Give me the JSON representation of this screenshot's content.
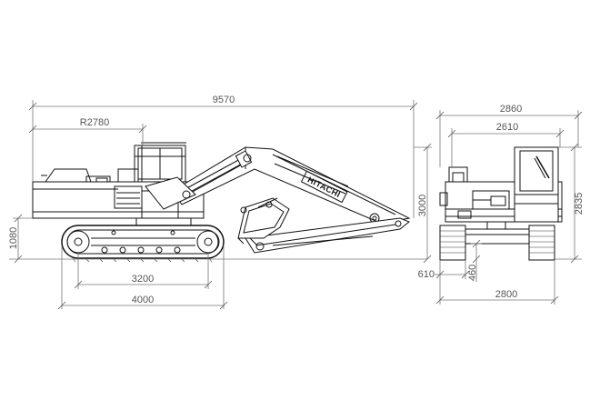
{
  "brand": "HITACHI",
  "dimensions": {
    "overall_length": "9570",
    "tail_radius": "R2780",
    "height_boom": "3000",
    "height_counterweight": "1080",
    "tumbler_distance": "3200",
    "track_length": "4000",
    "overall_width": "2860",
    "upper_width": "2610",
    "cab_height": "2835",
    "shoe_width": "610",
    "ground_clearance": "460",
    "track_gauge_width": "2800"
  },
  "colors": {
    "line": "#111111",
    "dimension_text": "#555555",
    "background": "#ffffff"
  }
}
